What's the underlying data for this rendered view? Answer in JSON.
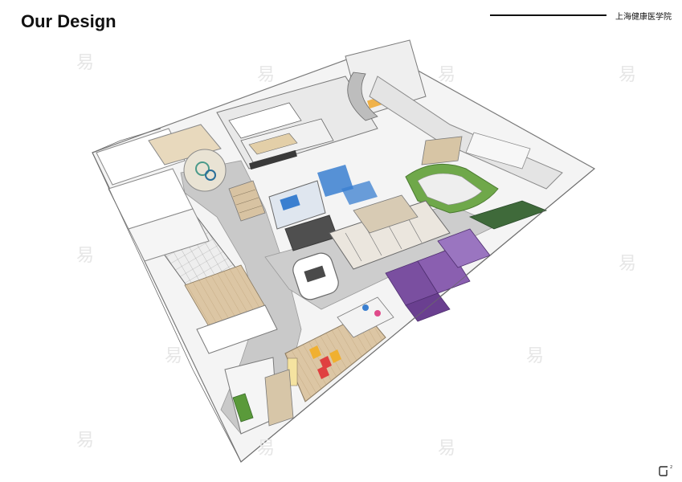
{
  "header": {
    "title": "Our Design",
    "subtitle": "上海健康医学院"
  },
  "drawing": {
    "description_type": "isometric floor plan rendering",
    "colors": {
      "wall": "#ffffff",
      "wall_edge": "#8a8a8a",
      "corridor": "#c9c9c9",
      "wood_floor": "#d9c4a3",
      "purple_rooms": "#7a4fa0",
      "green_lawn": "#6fa84a",
      "blue_accent": "#3a7fd0",
      "dark_room": "#555555"
    }
  },
  "watermark": {
    "char": "易"
  }
}
